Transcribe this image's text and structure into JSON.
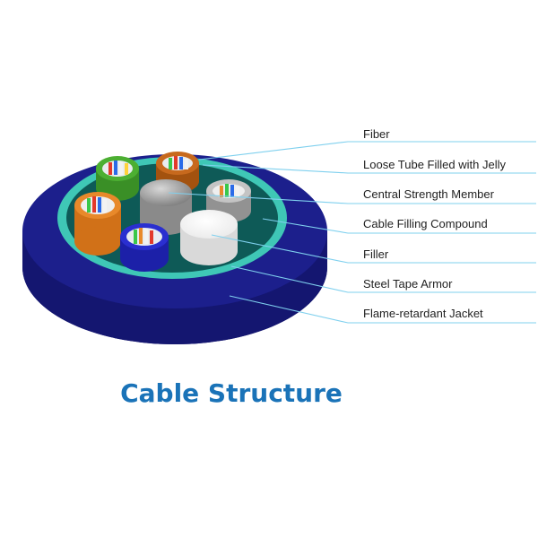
{
  "title": "Cable Structure",
  "callouts": [
    {
      "id": "fiber",
      "label": "Fiber"
    },
    {
      "id": "loose-tube",
      "label": "Loose Tube Filled with Jelly"
    },
    {
      "id": "central-strength-member",
      "label": "Central Strength Member"
    },
    {
      "id": "cable-filling-compound",
      "label": "Cable Filling Compound"
    },
    {
      "id": "filler",
      "label": "Filler"
    },
    {
      "id": "steel-tape-armor",
      "label": "Steel Tape Armor"
    },
    {
      "id": "flame-retardant-jacket",
      "label": "Flame-retardant Jacket"
    }
  ],
  "colors": {
    "jacket": "#1c1f8c",
    "jacket_side": "#141670",
    "armor": "#3fc7b6",
    "compound": "#0e5a57",
    "title": "#1a73b8",
    "leader": "#7fd0ee"
  },
  "loose_tubes": [
    {
      "name": "green",
      "color": "#4caf32"
    },
    {
      "name": "brown",
      "color": "#c7691d"
    },
    {
      "name": "gray",
      "color": "#b7b7b7"
    },
    {
      "name": "blue",
      "color": "#2a2fd0"
    },
    {
      "name": "orange",
      "color": "#e8892a"
    }
  ]
}
